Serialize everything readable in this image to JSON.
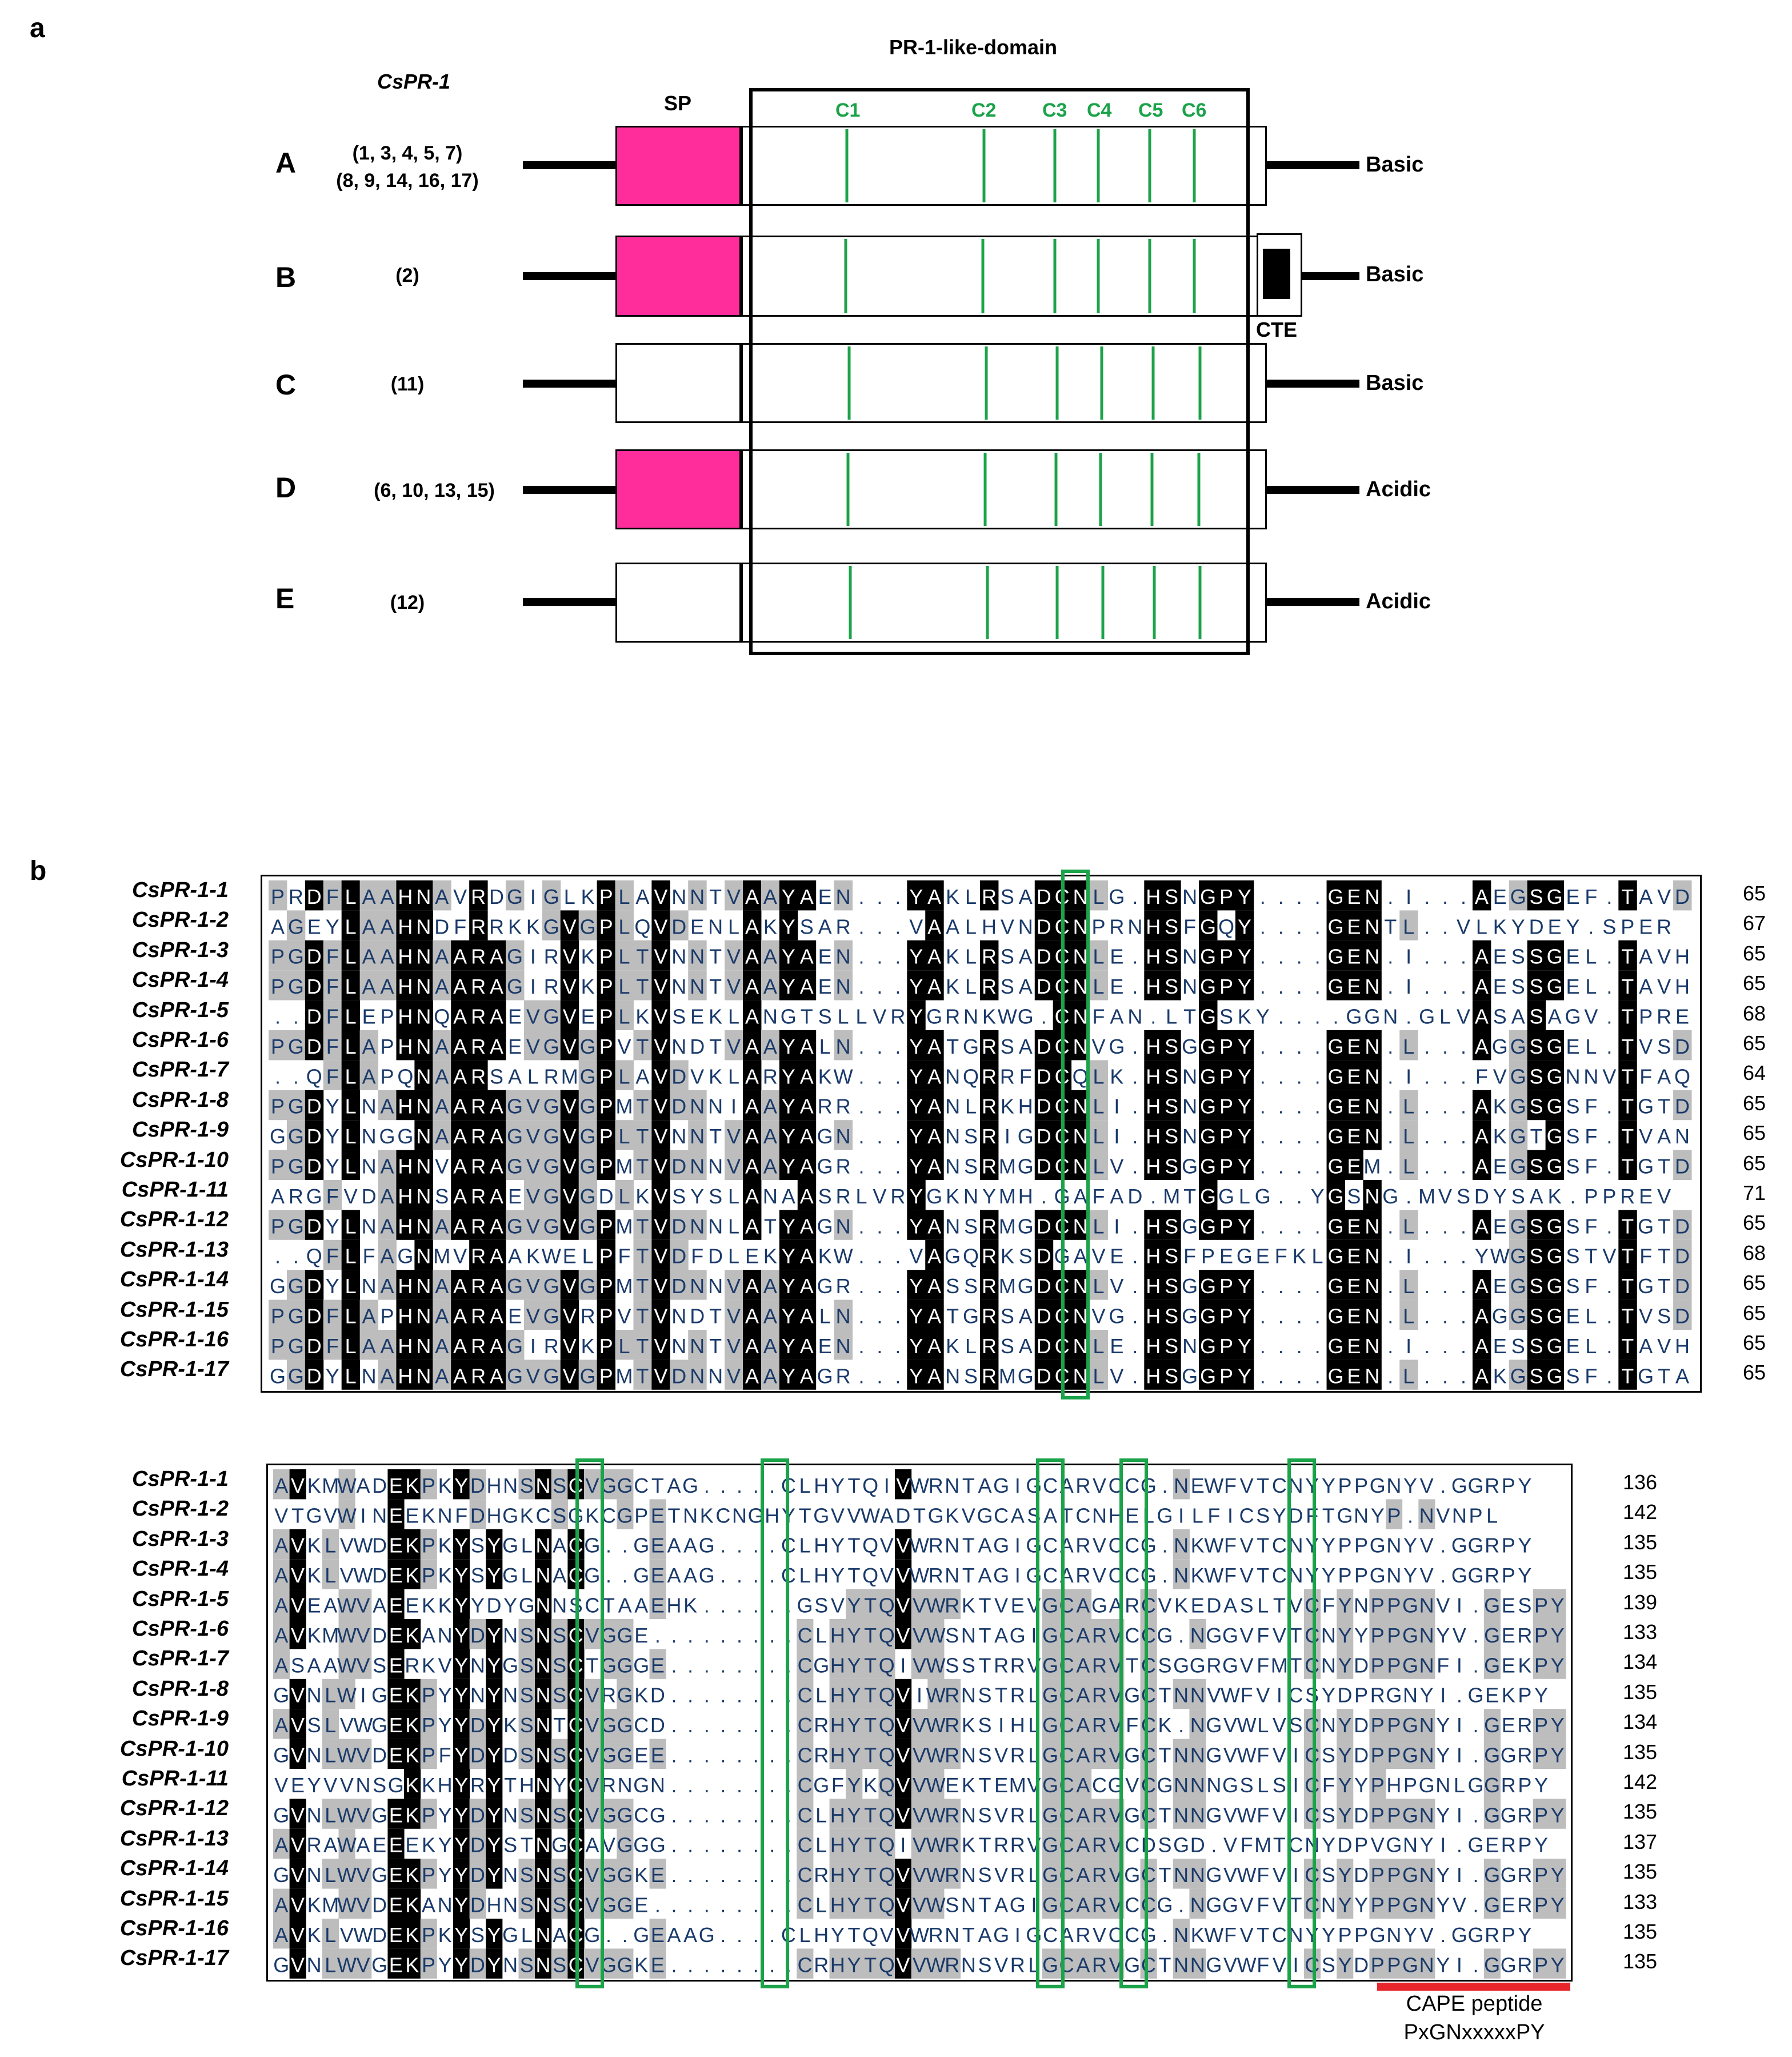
{
  "panel_a": {
    "label": "a",
    "gene_family": "CsPR-1",
    "sp_label": "SP",
    "domain_label": "PR-1-like-domain",
    "cte_label": "CTE",
    "cysteines": [
      "C1",
      "C2",
      "C3",
      "C4",
      "C5",
      "C6"
    ],
    "rows": [
      {
        "letter": "A",
        "members": [
          "(1, 3, 4, 5, 7)",
          "(8, 9, 14, 16, 17)"
        ],
        "has_sp": true,
        "has_cte": false,
        "charge": "Basic"
      },
      {
        "letter": "B",
        "members": [
          "(2)"
        ],
        "has_sp": true,
        "has_cte": true,
        "charge": "Basic"
      },
      {
        "letter": "C",
        "members": [
          "(11)"
        ],
        "has_sp": false,
        "has_cte": false,
        "charge": "Basic"
      },
      {
        "letter": "D",
        "members": [
          "(6, 10, 13, 15)"
        ],
        "has_sp": true,
        "has_cte": false,
        "charge": "Acidic"
      },
      {
        "letter": "E",
        "members": [
          "(12)"
        ],
        "has_sp": false,
        "has_cte": false,
        "charge": "Acidic"
      }
    ],
    "colors": {
      "signal_peptide": "#ff2d9b",
      "cysteine": "#1ba34a"
    }
  },
  "panel_b": {
    "label": "b",
    "block1": {
      "names": [
        "CsPR-1-1",
        "CsPR-1-2",
        "CsPR-1-3",
        "CsPR-1-4",
        "CsPR-1-5",
        "CsPR-1-6",
        "CsPR-1-7",
        "CsPR-1-8",
        "CsPR-1-9",
        "CsPR-1-10",
        "CsPR-1-11",
        "CsPR-1-12",
        "CsPR-1-13",
        "CsPR-1-14",
        "CsPR-1-15",
        "CsPR-1-16",
        "CsPR-1-17"
      ],
      "sequences": [
        "PRDFLAAHNAVRDGIGLKPLAVNNTVAAYAEN...YAKLRSADCNLG.HSNGPY....GEN.I...AEGSGEF.TAVD",
        "AGEYLAAHNDFRRKKGVGPLQVDENLAKYSAR...VAALHVNDCNPRNHSFGQY....GENTL..VLKYDEY.SPER",
        "PGDFLAAHNAARAGIRVKPLTVNNTVAAYAEN...YAKLRSADCNLE.HSNGPY....GEN.I...AESSGEL.TAVH",
        "PGDFLAAHNAARAGIRVKPLTVNNTVAAYAEN...YAKLRSADCNLE.HSNGPY....GEN.I...AESSGEL.TAVH",
        "..DFLEPHNQARAEVGVEPLKVSEKLANGTSLLVRYGRNKWG.CNFAN.LTGSKY....GGN.GLVASASAGV.TPRE",
        "PGDFLAPHNAARAEVGVGPVTVNDTVAAYALN...YATGRSADCNVG.HSGGPY....GEN.L...AGGSGEL.TVSD",
        "..QFLAPQNAARSALRMGPLAVDVKLARYAKW...YANQRRFDCQLK.HSNGPY....GEN.I...FVGSGNNVTFAQ",
        "PGDYLNAHNAARAGVGVGPMTVDNNIAAYARR...YANLRKHDCNLI.HSNGPY....GEN.L...AKGSGSF.TGTD",
        "GGDYLNGGNAARAGVGVGPLTVNNTVAAYAGN...YANSRIGDCNLI.HSNGPY....GEN.L...AKGTGSF.TVAN",
        "PGDYLNAHNVARAGVGVGPMTVDNNVAAYAGR...YANSRMGDCNLV.HSGGPY....GEM.L...AEGSGSF.TGTD",
        "ARGFVDAHNSARAEVGVGDLKVSYSLANAASRLVRYGKNYMH.GAFAD.MTGGLG..YGSNG.MVSDYSAK.PPREV",
        "PGDYLNAHNAARAGVGVGPMTVDNNLATYAGN...YANSRMGDCNLI.HSGGPY....GEN.L...AEGSGSF.TGTD",
        "..QFLFAGNMVRAAKWELPFTVDFDLEKYAKW...VAGQRKSDGAVE.HSFPEGEFKLGEN.I...YWGSGSTVTFTD",
        "GGDYLNAHNAARAGVGVGPMTVDNNVAAYAGR...YASSRMGDCNLV.HSGGPY....GEN.L...AEGSGSF.TGTD",
        "PGDFLAPHNAARAEVGVRPVTVNDTVAAYALN...YATGRSADCNVG.HSGGPY....GEN.L...AGGSGEL.TVSD",
        "PGDFLAAHNAARAGIRVKPLTVNNTVAAYAEN...YAKLRSADCNLE.HSNGPY....GEN.I...AESSGEL.TAVH",
        "GGDYLNAHNAARAGVGVGPMTVDNNVAAYAGR...YANSRMGDCNLV.HSGGPY....GEN.L...AKGSGSF.TGTA"
      ],
      "lengths": [
        "65",
        "67",
        "65",
        "65",
        "68",
        "65",
        "64",
        "65",
        "65",
        "65",
        "71",
        "65",
        "68",
        "65",
        "65",
        "65",
        "65"
      ]
    },
    "block2": {
      "names": [
        "CsPR-1-1",
        "CsPR-1-2",
        "CsPR-1-3",
        "CsPR-1-4",
        "CsPR-1-5",
        "CsPR-1-6",
        "CsPR-1-7",
        "CsPR-1-8",
        "CsPR-1-9",
        "CsPR-1-10",
        "CsPR-1-11",
        "CsPR-1-12",
        "CsPR-1-13",
        "CsPR-1-14",
        "CsPR-1-15",
        "CsPR-1-16",
        "CsPR-1-17"
      ],
      "sequences": [
        "AVKMWADEKPKYDHNSNSCVGGCTAG.....CLHYTQIVWRNTAGIGCARVCCG.NEWFVTCNYYPPGNYV.GGRPY",
        "VTGVWINEEKNFDHGKCSGKCGPETNKCNGHYTGVVWADTGKVGCASATCNHELGILFICSYDFTGNYP.NVNPL",
        "AVKLVWDEKPKYSYGLNACG..GEAAG....CLHYTQVVWRNTAGIGCARVCCG.NKWFVTCNYYPPGNYV.GGRPY",
        "AVKLVWDEKPKYSYGLNACG..GEAAG....CLHYTQVVWRNTAGIGCARVCCG.NKWFVTCNYYPPGNYV.GGRPY",
        "AVEAWVAEEKKYYDYGNNSCTAAEHK......GSVYTQVVWRKTVEVGCAGARCVKEDASLTVCFYNPPGNVI.GESPY",
        "AVKMWVDEKANYDYNSNSCVGGE.........CLHYTQVVWSNTAGIGCARVCCG.NGGVFVTCNYYPPGNYV.GERPY",
        "ASAAWVSERKVYNYGSNSCTGGGE........CGHYTQIVWSSTRRVGCARVTCSGGRGVFMTCNYDPPGNFI.GEKPY",
        "GVNLWIGEKPYYNYNSNSCVRGKD........CLHYTQVIWRNSTRLGCARVGCTNNVWFVICSYDPRGNYI.GEKPY",
        "AVSLVWGEKPYYDYKSNTCVGGCD........CRHYTQVVWRKSIHLGCARVFCK.NGVWLVSCNYDPPGNYI.GERPY",
        "GVNLWVDEKPFYDYDSNSCVGGEE........CRHYTQVVWRNSVRLGCARVGCTNNGVWFVICSYDPPGNYI.GGRPY",
        "VEYVVNSGKKHYRYTHNYCVRNGN........CGFYKQVVWEKTEMVGCACGVCGNNNGSLSICFYYPHPGNLGGRPY",
        "GVNLWVGEKPYYDYNSNSCVGGCG........CLHYTQVVWRNSVRLGCARVGCTNNGVWFVICSYDPPGNYI.GGRPY",
        "AVRAWAEEEKYYDYSTNGCAVGGG........CLHYTQIVWRKTRRVGCARVCDSGD.VFMTCNYDPVGNYI.GERPY",
        "GVNLWVGEKPYYDYNSNSCVGGKE........CRHYTQVVWRNSVRLGCARVGCTNNGVWFVICSYDPPGNYI.GGRPY",
        "AVKMWVDEKANYDHNSNSCVGGE.........CLHYTQVVWSNTAGIGCARVCCG.NGGVFVTCNYYPPGNYV.GERPY",
        "AVKLVWDEKPKYSYGLNACG..GEAAG....CLHYTQVVWRNTAGIGCARVCCG.NKWFVTCNYYPPGNYV.GGRPY",
        "GVNLWVGEKPYYDYNSNSCVGGKE........CRHYTQVVWRNSVRLGCARVGCTNNGVWFVICSYDPPGNYI.GGRPY"
      ],
      "lengths": [
        "136",
        "142",
        "135",
        "135",
        "139",
        "133",
        "134",
        "135",
        "134",
        "135",
        "142",
        "135",
        "137",
        "135",
        "133",
        "135",
        "135"
      ]
    },
    "cape_label": "CAPE peptide",
    "cape_motif": "PxGNxxxxxPY",
    "colors": {
      "conserved": "#000000",
      "similar": "#bdbdbd",
      "cysteine_box": "#1ba34a",
      "cape_bar": "#e8252a"
    }
  }
}
